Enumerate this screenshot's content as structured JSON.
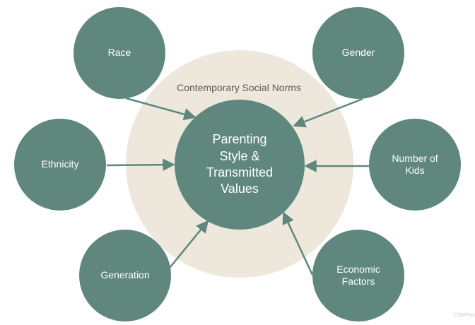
{
  "diagram": {
    "background_label": "Contemporary Social Norms",
    "center": {
      "label": "Parenting Style & Transmitted Values",
      "lines": [
        "Parenting",
        "Style &",
        "Transmitted",
        "Values"
      ]
    },
    "factors": [
      {
        "id": "race",
        "label": "Race",
        "lines": [
          "Race"
        ]
      },
      {
        "id": "gender",
        "label": "Gender",
        "lines": [
          "Gender"
        ]
      },
      {
        "id": "ethnicity",
        "label": "Ethnicity",
        "lines": [
          "Ethnicity"
        ]
      },
      {
        "id": "number-of-kids",
        "label": "Number of Kids",
        "lines": [
          "Number of",
          "Kids"
        ]
      },
      {
        "id": "generation",
        "label": "Generation",
        "lines": [
          "Generation"
        ]
      },
      {
        "id": "economic-factors",
        "label": "Economic Factors",
        "lines": [
          "Economic",
          "Factors"
        ]
      }
    ],
    "edges": [
      {
        "from": "race",
        "to": "center"
      },
      {
        "from": "gender",
        "to": "center"
      },
      {
        "from": "ethnicity",
        "to": "center"
      },
      {
        "from": "number-of-kids",
        "to": "center"
      },
      {
        "from": "generation",
        "to": "center"
      },
      {
        "from": "economic-factors",
        "to": "center"
      }
    ],
    "watermark": "COMPANY"
  },
  "colors": {
    "node_fill": "#5f877d",
    "backdrop_fill": "#ede7dc",
    "arrow": "#5f877d",
    "text_light": "#ffffff",
    "text_dark": "#5b5b5b"
  }
}
